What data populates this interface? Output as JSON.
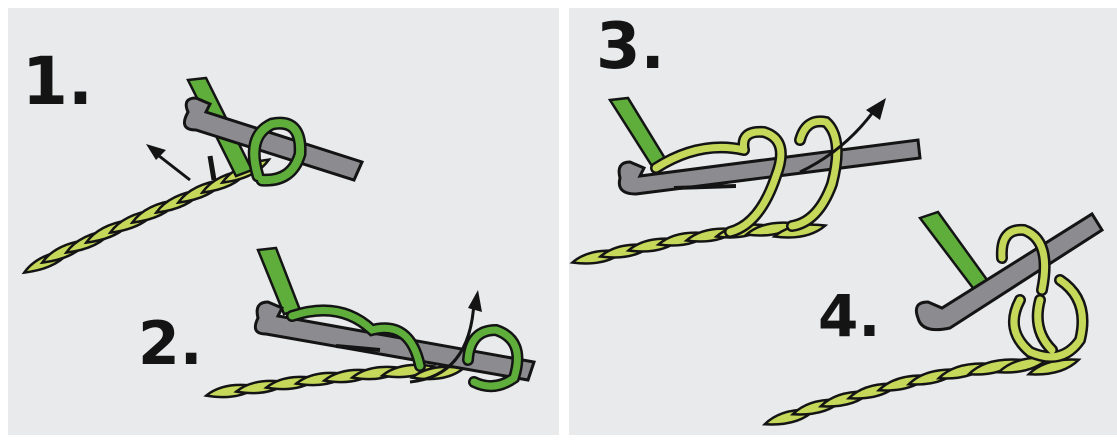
{
  "steps": [
    {
      "label": "1."
    },
    {
      "label": "2."
    },
    {
      "label": "3."
    },
    {
      "label": "4."
    }
  ],
  "colors": {
    "background": "#e8eaeb",
    "yarn_light": "#c6d85a",
    "yarn_dark": "#5fae3c",
    "hook": "#8c8c90",
    "ink": "#141414"
  }
}
